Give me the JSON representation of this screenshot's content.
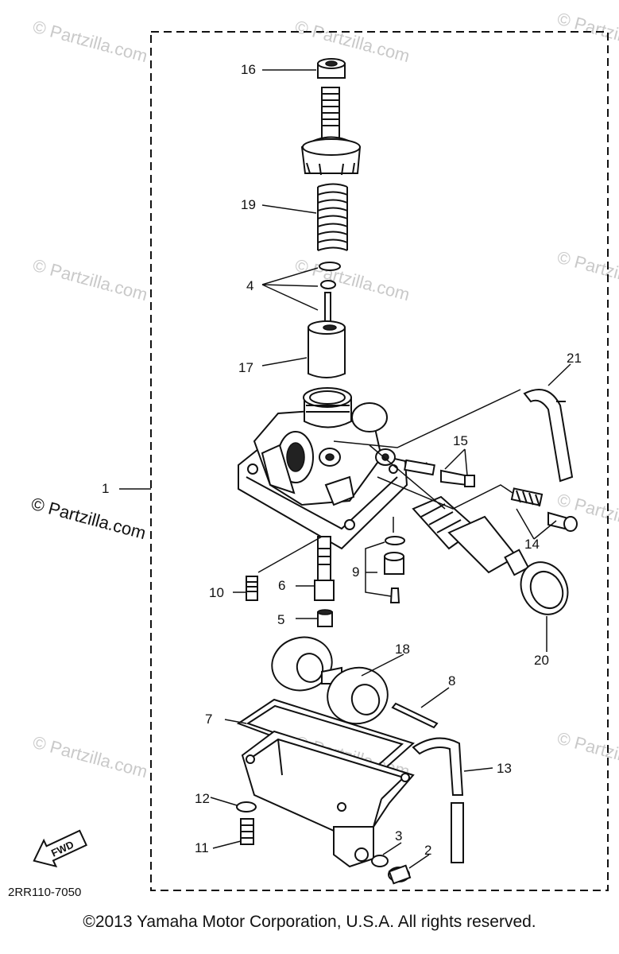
{
  "colors": {
    "ink": "#111111",
    "watermark": "#c9c9c9",
    "background": "#ffffff"
  },
  "watermark_text": "© Partzilla.com",
  "diagram_code": "2RR110-7050",
  "fwd_label": "FWD",
  "copyright": "©2013 Yamaha Motor Corporation, U.S.A. All rights reserved.",
  "callouts": {
    "p1": "1",
    "p2": "2",
    "p3": "3",
    "p4": "4",
    "p5": "5",
    "p6": "6",
    "p7": "7",
    "p8": "8",
    "p9": "9",
    "p10": "10",
    "p11": "11",
    "p12": "12",
    "p13": "13",
    "p14": "14",
    "p15": "15",
    "p16": "16",
    "p17": "17",
    "p18": "18",
    "p19": "19",
    "p20": "20",
    "p21": "21"
  }
}
